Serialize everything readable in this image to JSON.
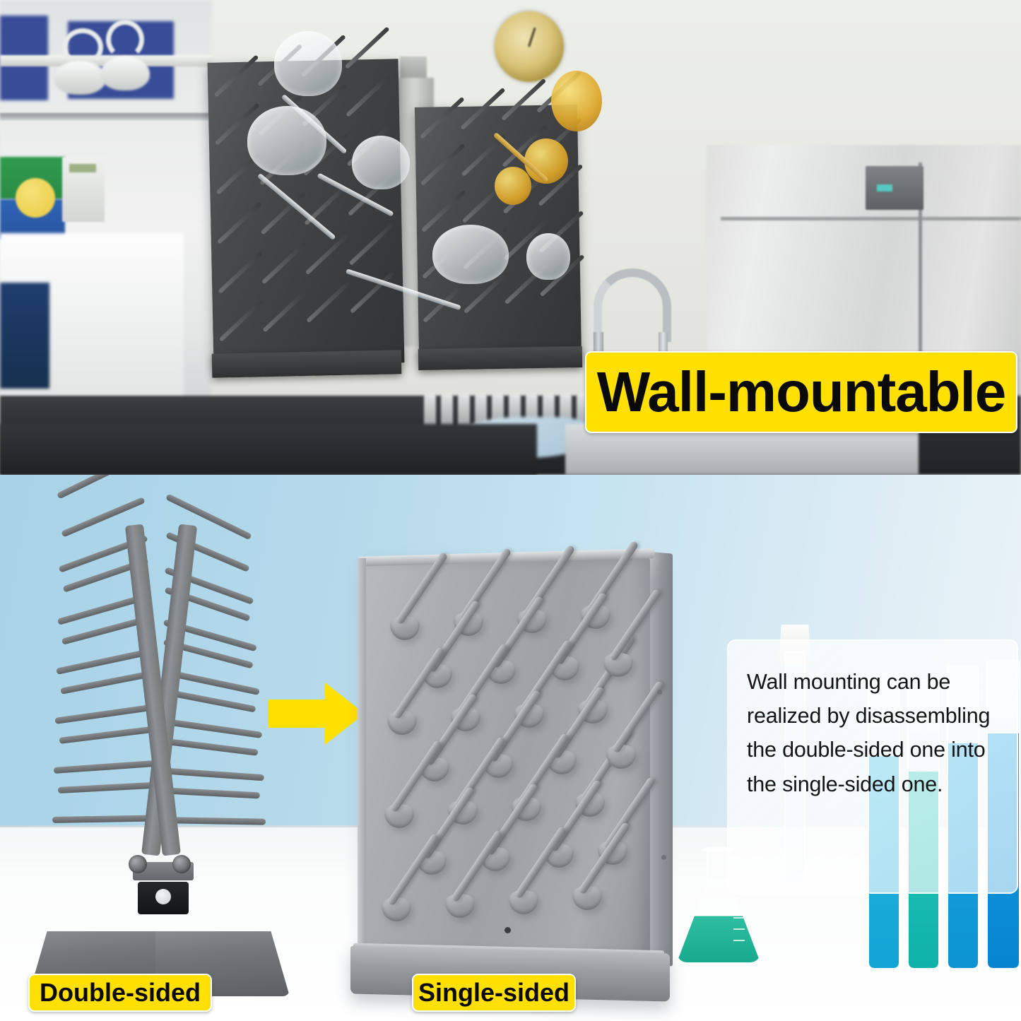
{
  "top_photo": {
    "scene": "laboratory-interior",
    "badge": {
      "label": "Wall-mountable",
      "bg": "#ffe000",
      "text_color": "#0a0a0a"
    },
    "elements": {
      "clock": "wall-clock",
      "fridge": "lab-refrigerator",
      "faucet": "gooseneck-faucet",
      "sink": "stainless-sink",
      "racks": "two-dark-wall-mounted-drying-racks",
      "glassware": "flasks-funnels-amber-bottles"
    }
  },
  "bottom_panel": {
    "background": "#b3d8ea",
    "table_surface": "#ffffff",
    "arrow": {
      "name": "right-arrow",
      "color": "#ffe000"
    },
    "double_sided": {
      "label": "Double-sided",
      "badge_bg": "#ffe000",
      "description": "A-frame free-standing rack with pegs on both sides"
    },
    "single_sided": {
      "label": "Single-sided",
      "badge_bg": "#ffe000",
      "description": "Flat board rack with pegs and drip tray"
    },
    "info_panel": {
      "text": "Wall mounting can be realized by disassembling the double-sided one into the single-sided one.",
      "bg": "rgba(255,255,255,0.7)"
    },
    "glassware": {
      "flask": "erlenmeyer-flask-green-liquid",
      "tubes": "test-tubes-blue-teal-liquid"
    }
  },
  "colors": {
    "accent_yellow": "#ffe000",
    "rack_gray": "#9ea2a6",
    "panel_blue": "#b3d8ea",
    "liquid_green": "#00b08c",
    "liquid_blue": "#00a6d6"
  }
}
